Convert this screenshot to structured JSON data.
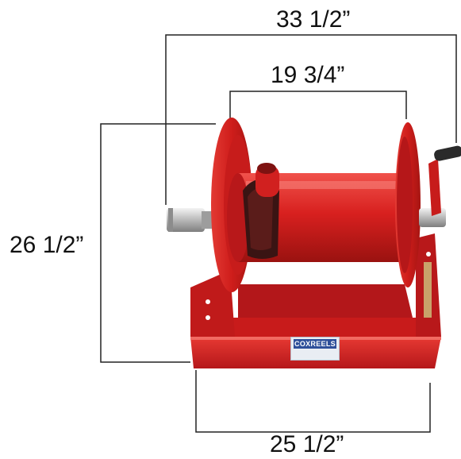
{
  "dimensions": {
    "overall_width": "33 1/2”",
    "reel_width": "19 3/4”",
    "height": "26 1/2”",
    "base_width": "25 1/2”"
  },
  "product": {
    "brand": "COXREELS"
  },
  "colors": {
    "reel_red": "#d8201f",
    "dimension_line": "#222222",
    "label_plate": "#2e4f9a"
  }
}
